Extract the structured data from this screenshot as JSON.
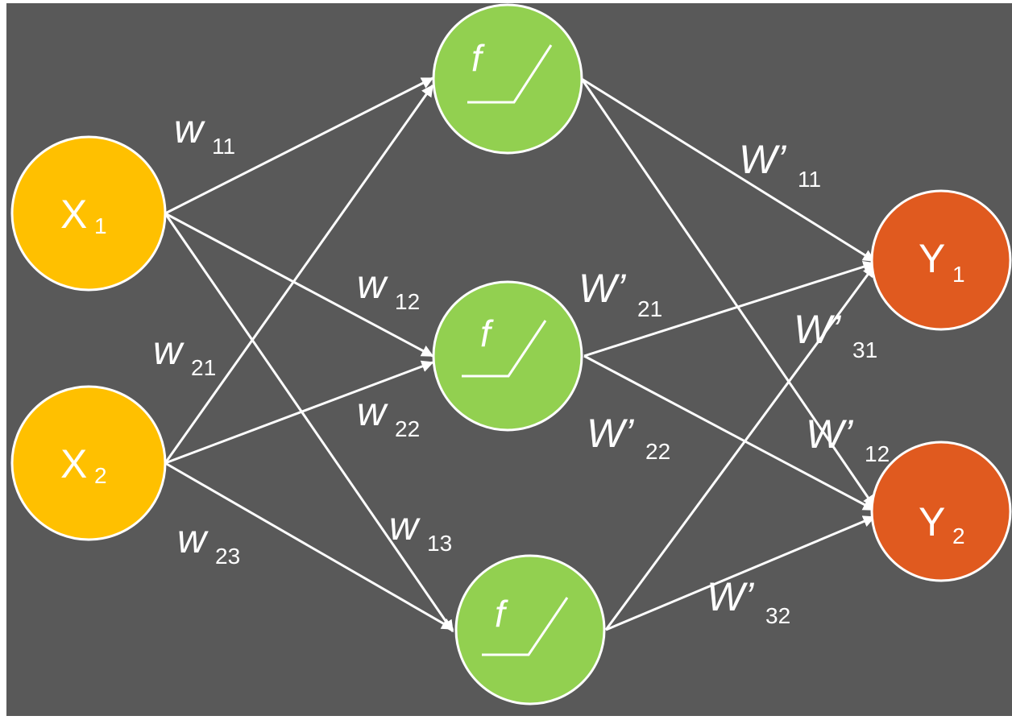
{
  "diagram": {
    "colors": {
      "background": "#595959",
      "input": "#FFC000",
      "hidden": "#92D050",
      "output": "#E05A1F",
      "stroke": "#FFFFFF"
    },
    "inputs": [
      {
        "id": "x1",
        "main": "X",
        "sub": "1"
      },
      {
        "id": "x2",
        "main": "X",
        "sub": "2"
      }
    ],
    "hidden": [
      {
        "id": "h1",
        "label": "f",
        "icon": "relu-icon"
      },
      {
        "id": "h2",
        "label": "f",
        "icon": "relu-icon"
      },
      {
        "id": "h3",
        "label": "f",
        "icon": "relu-icon"
      }
    ],
    "outputs": [
      {
        "id": "y1",
        "main": "Y",
        "sub": "1"
      },
      {
        "id": "y2",
        "main": "Y",
        "sub": "2"
      }
    ],
    "weights": [
      {
        "id": "w11",
        "main": "w",
        "sub": "11"
      },
      {
        "id": "w12",
        "main": "w",
        "sub": "12"
      },
      {
        "id": "w13",
        "main": "w",
        "sub": "13"
      },
      {
        "id": "w21",
        "main": "w",
        "sub": "21"
      },
      {
        "id": "w22",
        "main": "w",
        "sub": "22"
      },
      {
        "id": "w23",
        "main": "w",
        "sub": "23"
      },
      {
        "id": "wp11",
        "main": "W’",
        "sub": "11"
      },
      {
        "id": "wp21",
        "main": "W’",
        "sub": "21"
      },
      {
        "id": "wp31",
        "main": "W’",
        "sub": "31"
      },
      {
        "id": "wp12",
        "main": "W’",
        "sub": "12"
      },
      {
        "id": "wp22",
        "main": "W’",
        "sub": "22"
      },
      {
        "id": "wp32",
        "main": "W’",
        "sub": "32"
      }
    ]
  }
}
